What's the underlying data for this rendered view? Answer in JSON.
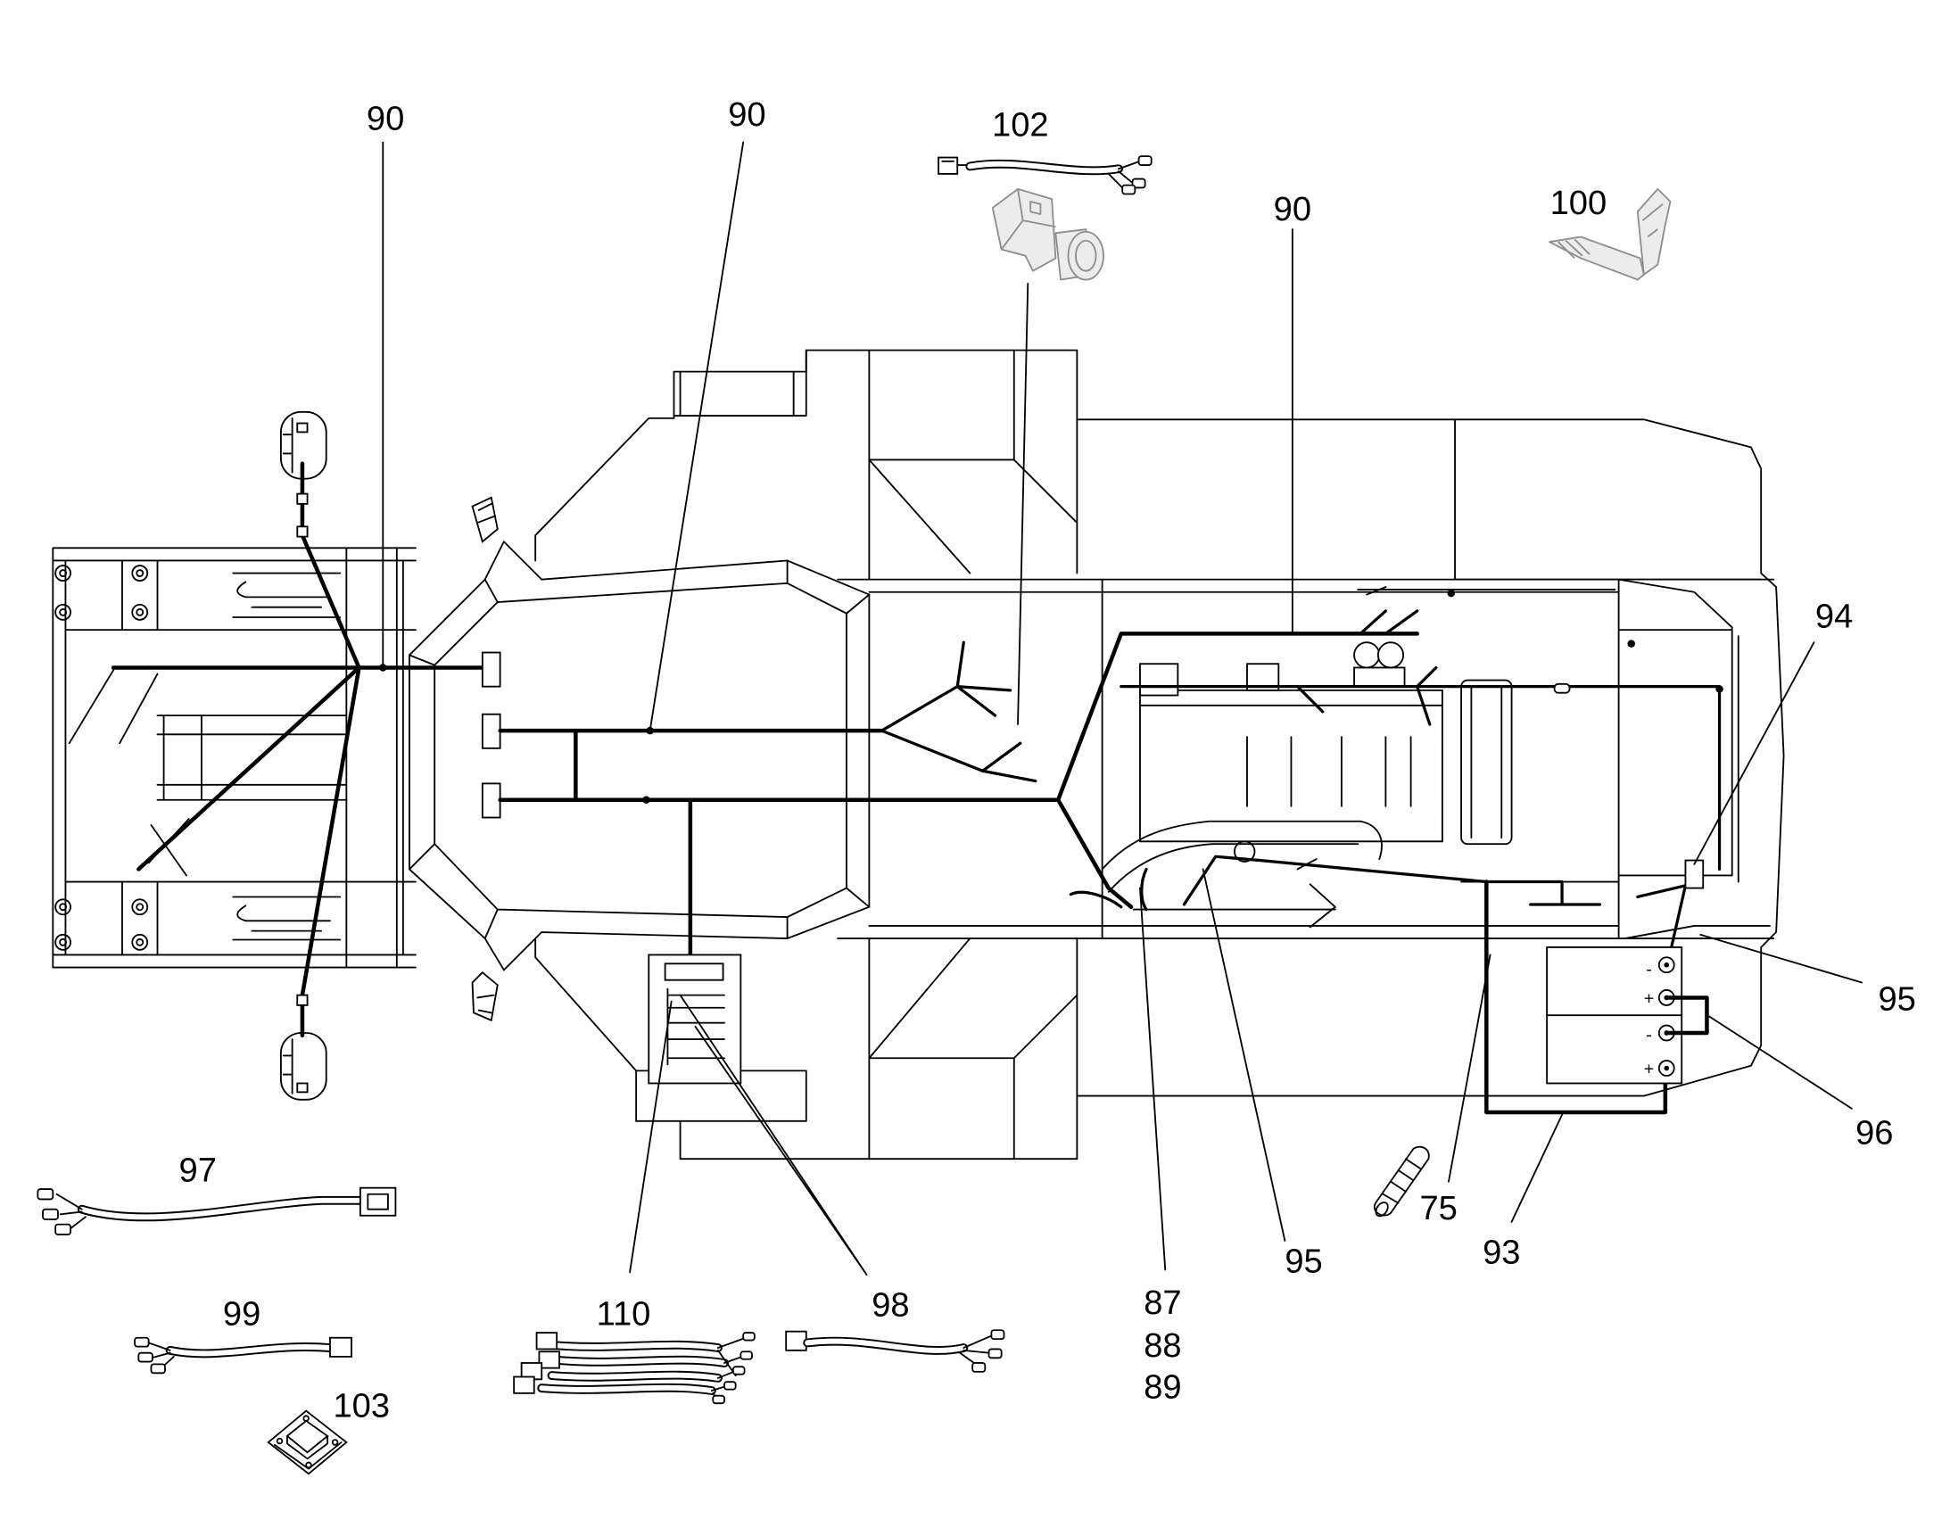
{
  "callouts": [
    {
      "label": "90"
    },
    {
      "label": "90"
    },
    {
      "label": "102"
    },
    {
      "label": "90"
    },
    {
      "label": "100"
    },
    {
      "label": "94"
    },
    {
      "label": "95"
    },
    {
      "label": "96"
    },
    {
      "label": "93"
    },
    {
      "label": "75"
    },
    {
      "label": "95"
    },
    {
      "label": "87"
    },
    {
      "label": "88"
    },
    {
      "label": "89"
    },
    {
      "label": "98"
    },
    {
      "label": "110"
    },
    {
      "label": "97"
    },
    {
      "label": "99"
    },
    {
      "label": "103"
    }
  ],
  "battery": {
    "terminal_signs": [
      "-",
      "+",
      "-",
      "+"
    ]
  },
  "colors": {
    "line": "#000000",
    "part_gray": "#8e8e8e",
    "background": "#ffffff"
  }
}
